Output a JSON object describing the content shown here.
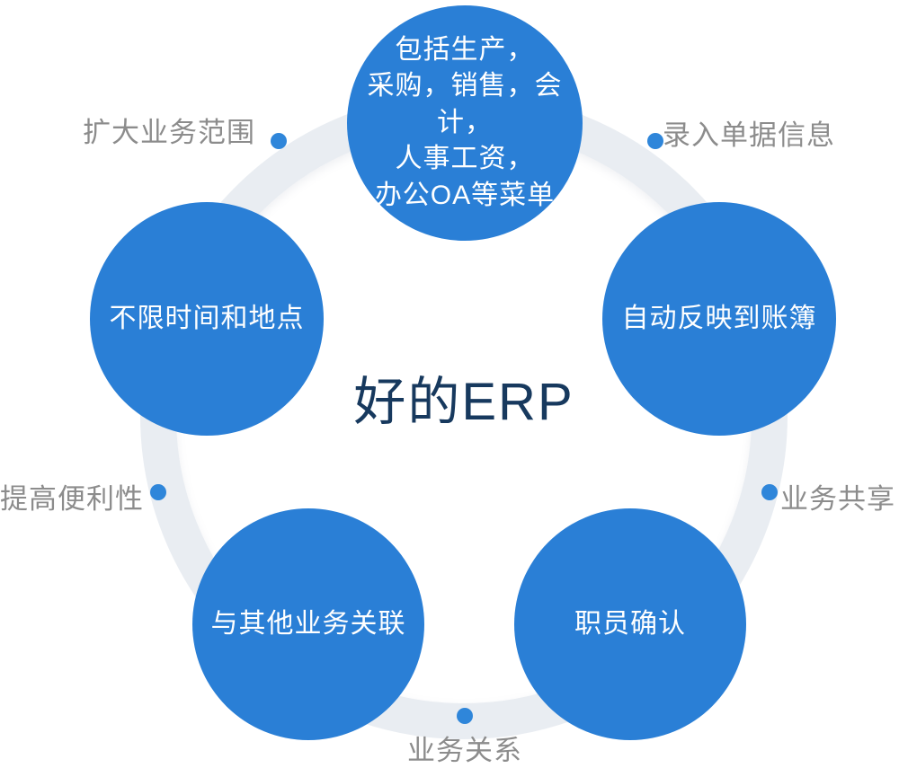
{
  "center": {
    "title": "好的ERP"
  },
  "nodes": [
    {
      "id": "top",
      "label": "包括生产，\n采购，销售，会计，\n人事工资，\n办公OA等菜单"
    },
    {
      "id": "right-upper",
      "label": "自动反映到账簿"
    },
    {
      "id": "right-lower",
      "label": "职员确认"
    },
    {
      "id": "left-lower",
      "label": "与其他业务关联"
    },
    {
      "id": "left-upper",
      "label": "不限时间和地点"
    }
  ],
  "outer_labels": [
    {
      "id": "top-left",
      "label": "扩大业务范围"
    },
    {
      "id": "top-right",
      "label": "录入单据信息"
    },
    {
      "id": "right",
      "label": "业务共享"
    },
    {
      "id": "bottom",
      "label": "业务关系"
    },
    {
      "id": "left",
      "label": "提高便利性"
    }
  ],
  "colors": {
    "node_blue": "#2a7fd6",
    "ring": "#e9edf2",
    "dot_blue": "#2f86da",
    "label_gray": "#8c8c8c",
    "center_text": "#17395e"
  }
}
